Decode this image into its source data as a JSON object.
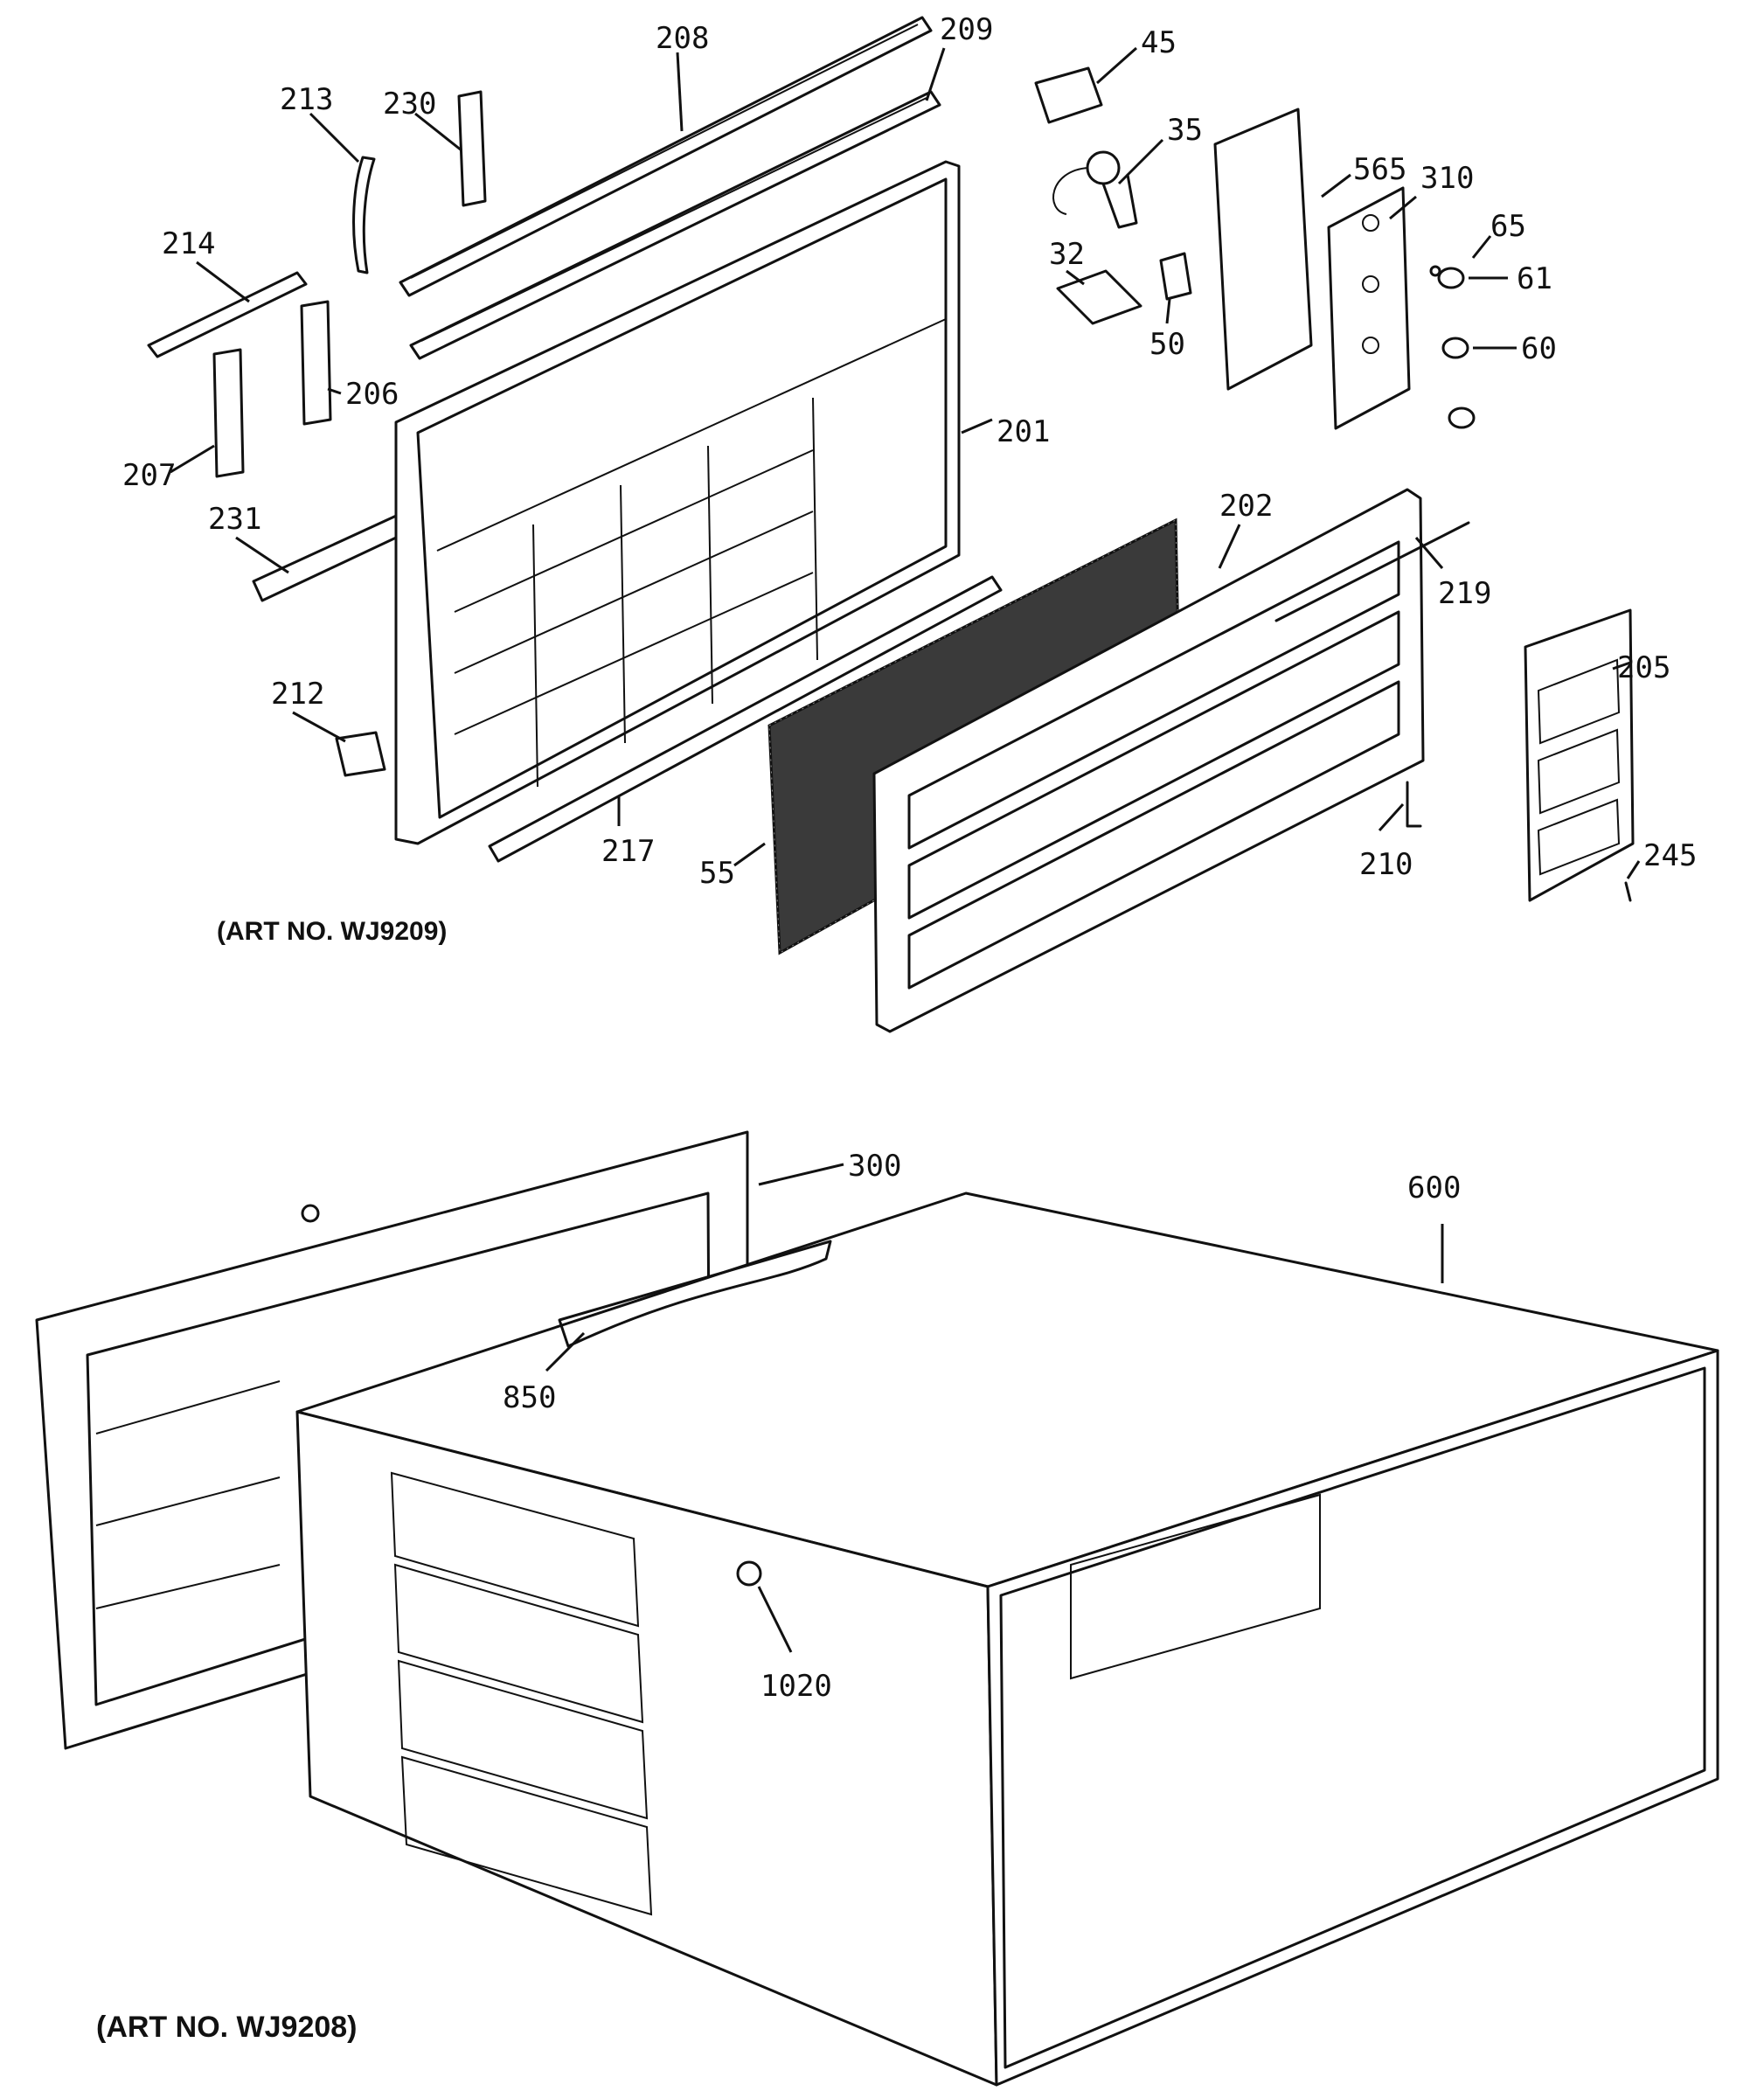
{
  "top_assembly": {
    "caption": "(ART NO. WJ9209)",
    "callouts": [
      "208",
      "209",
      "45",
      "213",
      "230",
      "35",
      "565",
      "310",
      "65",
      "214",
      "32",
      "61",
      "206",
      "50",
      "60",
      "207",
      "201",
      "231",
      "202",
      "219",
      "205",
      "212",
      "217",
      "55",
      "210",
      "245"
    ]
  },
  "bottom_assembly": {
    "caption": "(ART NO. WJ9208)",
    "callouts": [
      "300",
      "600",
      "850",
      "1020"
    ]
  }
}
